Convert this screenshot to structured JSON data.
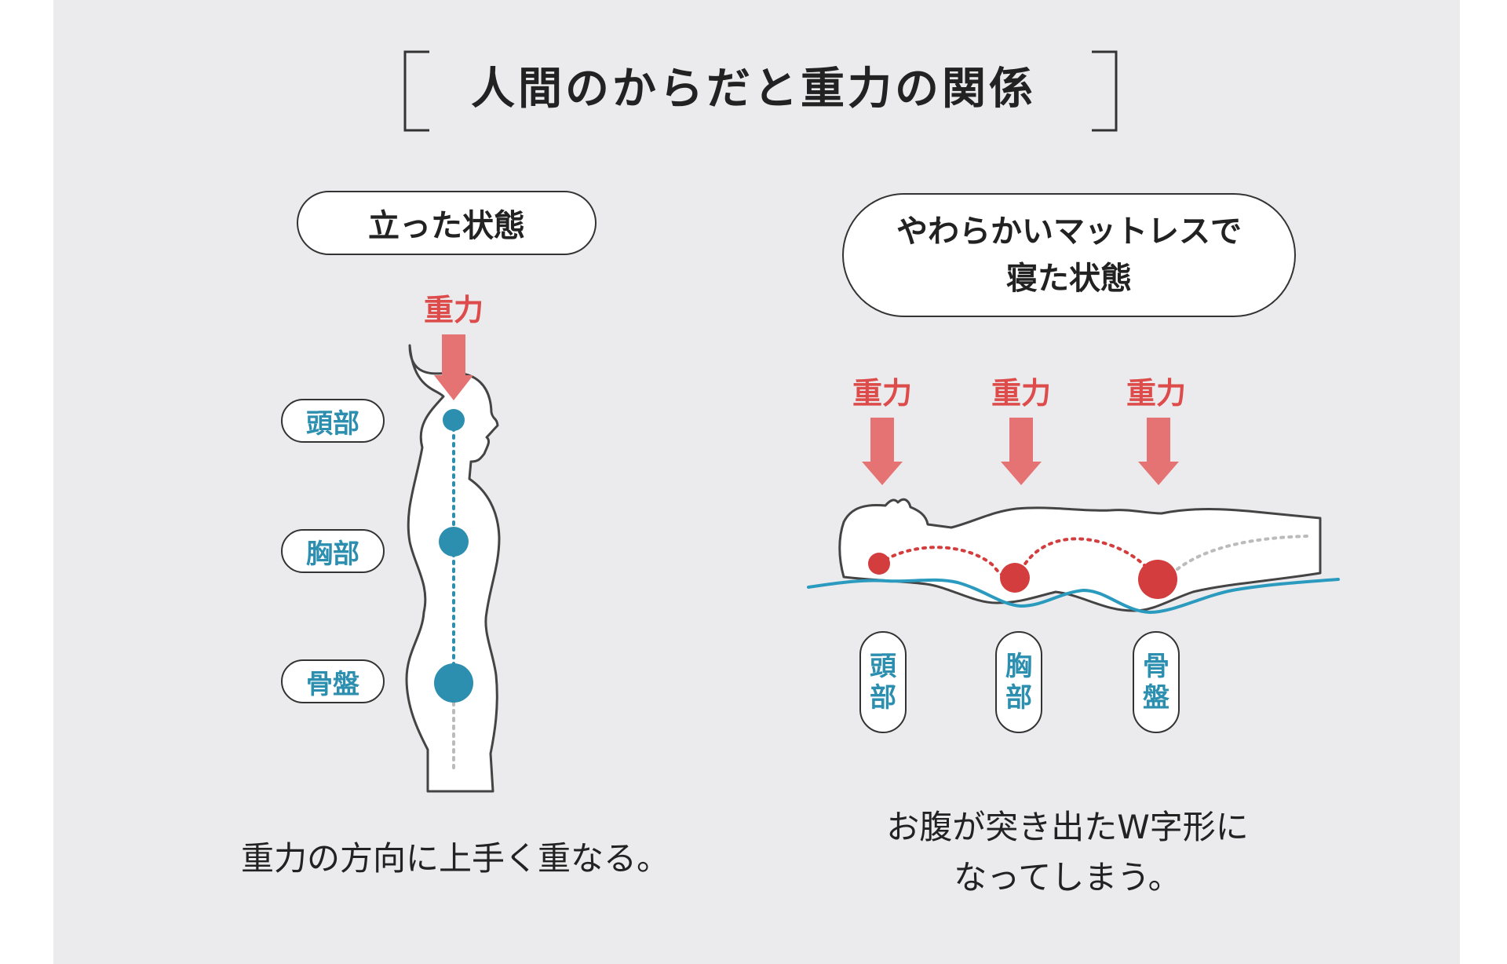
{
  "title": "人間のからだと重力の関係",
  "standing": {
    "label": "立った状態",
    "gravity": "重力",
    "parts": [
      "頭部",
      "胸部",
      "骨盤"
    ],
    "caption": "重力の方向に上手く重なる。"
  },
  "lying": {
    "label_line1": "やわらかいマットレスで",
    "label_line2": "寝た状態",
    "gravity": [
      "重力",
      "重力",
      "重力"
    ],
    "parts": [
      [
        "頭",
        "部"
      ],
      [
        "胸",
        "部"
      ],
      [
        "骨",
        "盤"
      ]
    ],
    "caption_line1": "お腹が突き出たW字形に",
    "caption_line2": "なってしまう。"
  },
  "colors": {
    "background": "#ebebed",
    "gravity_red": "#dd4b4b",
    "arrow_fill": "#e57373",
    "body_point_blue": "#2c8fb0",
    "body_point_red": "#d33d3d",
    "mattress_line": "#2a9bbf"
  }
}
